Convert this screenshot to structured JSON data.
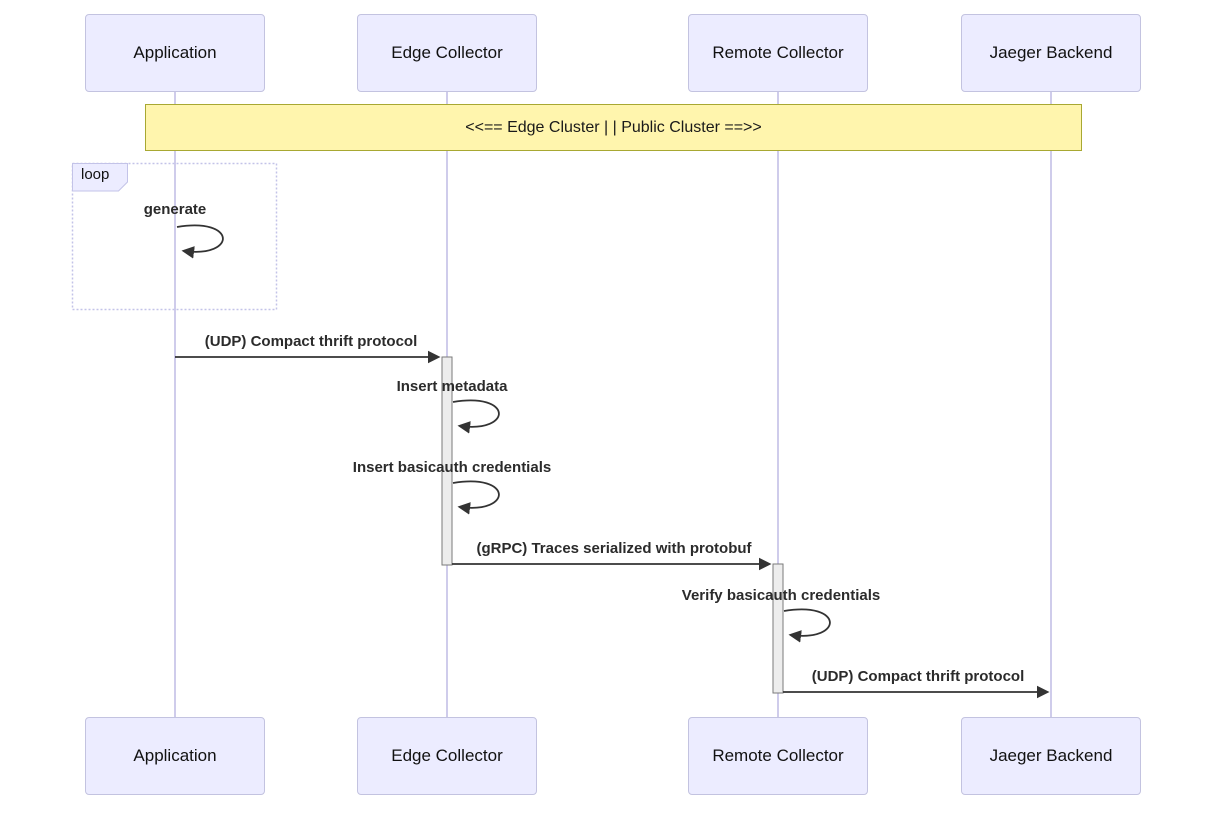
{
  "diagram": {
    "type": "sequence-diagram",
    "participants": [
      {
        "label": "Application"
      },
      {
        "label": "Edge Collector"
      },
      {
        "label": "Remote Collector"
      },
      {
        "label": "Jaeger Backend"
      }
    ],
    "note": {
      "text": "<<== Edge Cluster | | Public Cluster ==>>"
    },
    "loop_frame": {
      "label": "loop"
    },
    "messages": [
      {
        "label": "generate",
        "type": "self",
        "on": "Application"
      },
      {
        "label": "(UDP) Compact thrift protocol",
        "type": "solid",
        "from": "Application",
        "to": "Edge Collector"
      },
      {
        "label": "Insert metadata",
        "type": "self",
        "on": "Edge Collector"
      },
      {
        "label": "Insert basicauth credentials",
        "type": "self",
        "on": "Edge Collector"
      },
      {
        "label": "(gRPC) Traces serialized with protobuf",
        "type": "solid",
        "from": "Edge Collector",
        "to": "Remote Collector"
      },
      {
        "label": "Verify basicauth credentials",
        "type": "self",
        "on": "Remote Collector"
      },
      {
        "label": "(UDP) Compact thrift protocol",
        "type": "solid",
        "from": "Remote Collector",
        "to": "Jaeger Backend"
      }
    ],
    "colors": {
      "participant_fill": "#ececff",
      "participant_border": "#c3c3e0",
      "note_fill": "#fff5ad",
      "note_border": "#a8a832",
      "lifeline": "#cfcceb",
      "activation_fill": "#ededed",
      "arrow": "#333333"
    }
  }
}
